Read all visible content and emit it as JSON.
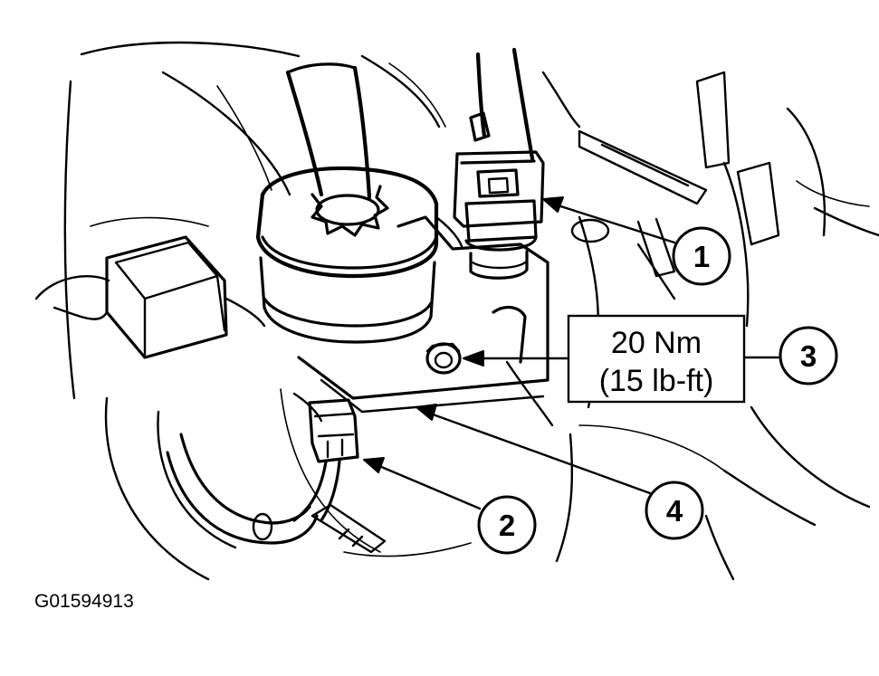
{
  "callouts": [
    {
      "label": "1"
    },
    {
      "label": "2"
    },
    {
      "label": "3"
    },
    {
      "label": "4"
    }
  ],
  "torque_spec": {
    "line1": "20 Nm",
    "line2": "(15 lb-ft)"
  },
  "figure_id": "G01594913",
  "colors": {
    "ink": "#000000",
    "paper": "#ffffff"
  }
}
